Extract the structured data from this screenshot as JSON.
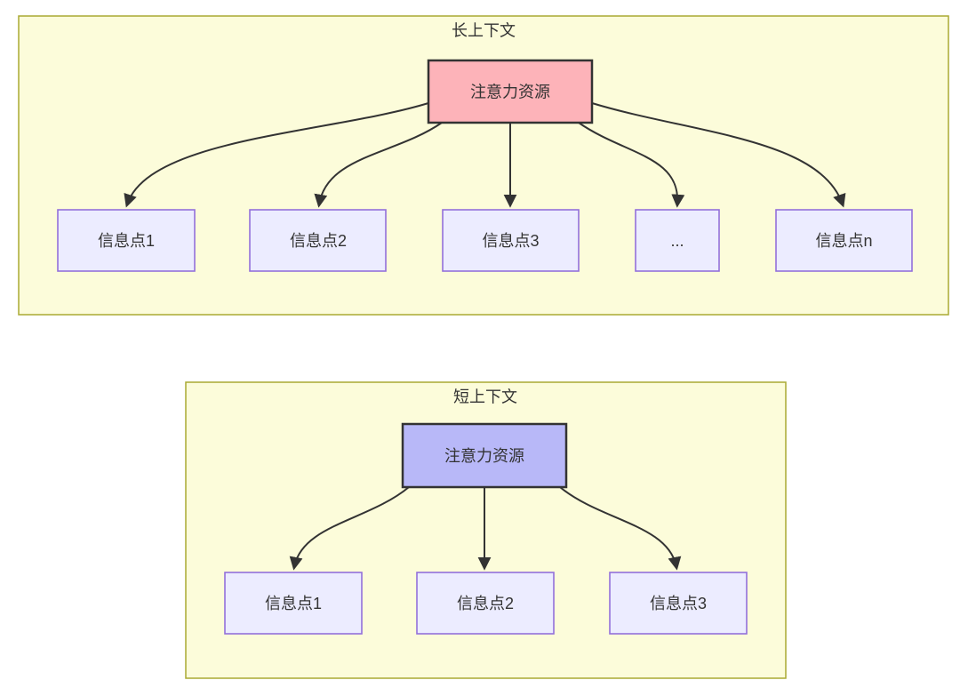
{
  "colors": {
    "container_fill": "#fcfcda",
    "container_border": "#aaaa33",
    "hub_long_fill": "#fdb3b9",
    "hub_short_fill": "#b8b8f8",
    "hub_border": "#333333",
    "node_fill": "#ececff",
    "node_border": "#9370db",
    "arrow_color": "#333333",
    "text_color": "#333333"
  },
  "long_context": {
    "title": "长上下文",
    "hub_label": "注意力资源",
    "nodes": [
      "信息点1",
      "信息点2",
      "信息点3",
      "...",
      "信息点n"
    ]
  },
  "short_context": {
    "title": "短上下文",
    "hub_label": "注意力资源",
    "nodes": [
      "信息点1",
      "信息点2",
      "信息点3"
    ]
  }
}
